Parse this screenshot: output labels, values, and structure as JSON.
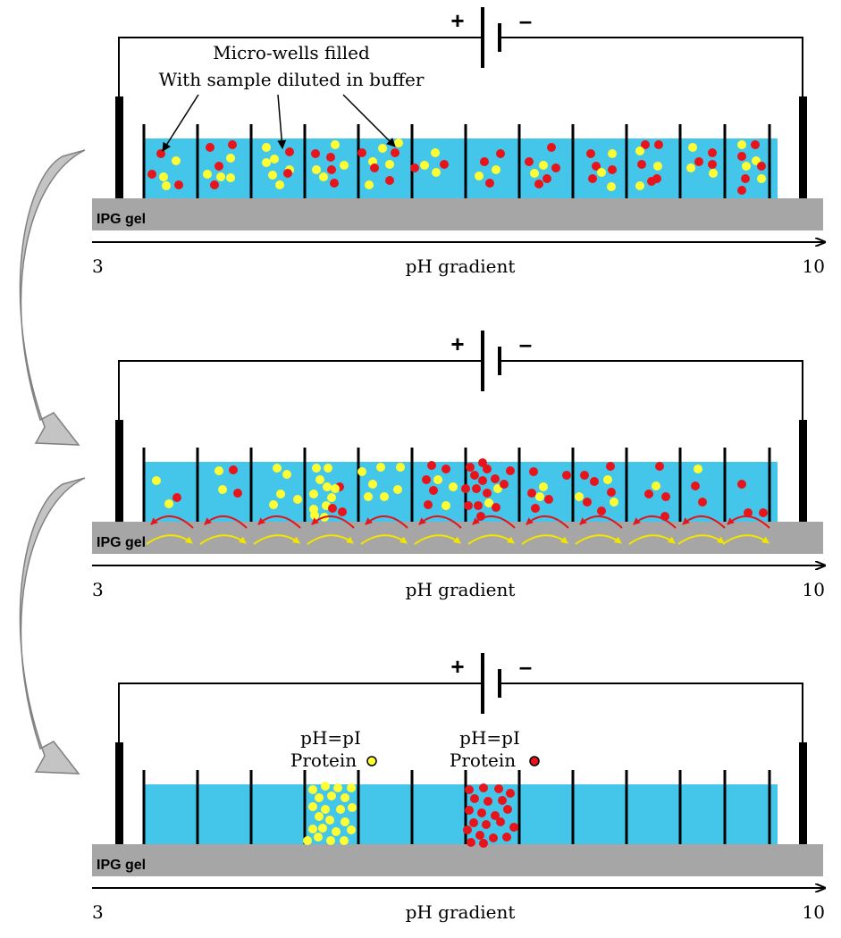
{
  "colors": {
    "buffer": "#43c6e9",
    "gel": "#a6a6a6",
    "wire": "#000000",
    "yellow_protein": "#ffff33",
    "red_protein": "#e8141b",
    "flow_arrow_fill": "#c0c0c0",
    "flow_arrow_stroke": "#808080",
    "red_arrow": "#e8141b",
    "yellow_arrow": "#f2e600"
  },
  "battery": {
    "plus": "+",
    "minus": "–"
  },
  "gel_label": "IPG gel",
  "axis": {
    "start": "3",
    "label": "pH gradient",
    "end": "10"
  },
  "annotation_panel1": {
    "line1": "Micro-wells filled",
    "line2": "With sample diluted in buffer"
  },
  "panel3_labels": {
    "yellow": {
      "line1": "pH=pI",
      "line2": "Protein"
    },
    "red": {
      "line1": "pH=pI",
      "line2": "Protein"
    }
  },
  "wells": 12
}
